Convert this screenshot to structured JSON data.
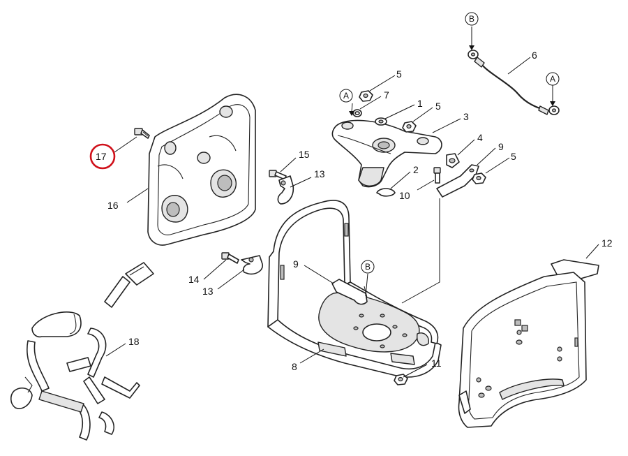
{
  "highlight_color": "#d0101a",
  "callouts": {
    "p1": "1",
    "p2": "2",
    "p3": "3",
    "p4": "4",
    "p5a": "5",
    "p5b": "5",
    "p5c": "5",
    "p6": "6",
    "p7": "7",
    "p8": "8",
    "p9a": "9",
    "p9b": "9",
    "p10": "10",
    "p11": "11",
    "p12": "12",
    "p13a": "13",
    "p13b": "13",
    "p14": "14",
    "p15": "15",
    "p16": "16",
    "p17": "17",
    "p18": "18"
  },
  "refs": {
    "b_top": "B",
    "a_right": "A",
    "a_left": "A",
    "b_frame": "B"
  }
}
